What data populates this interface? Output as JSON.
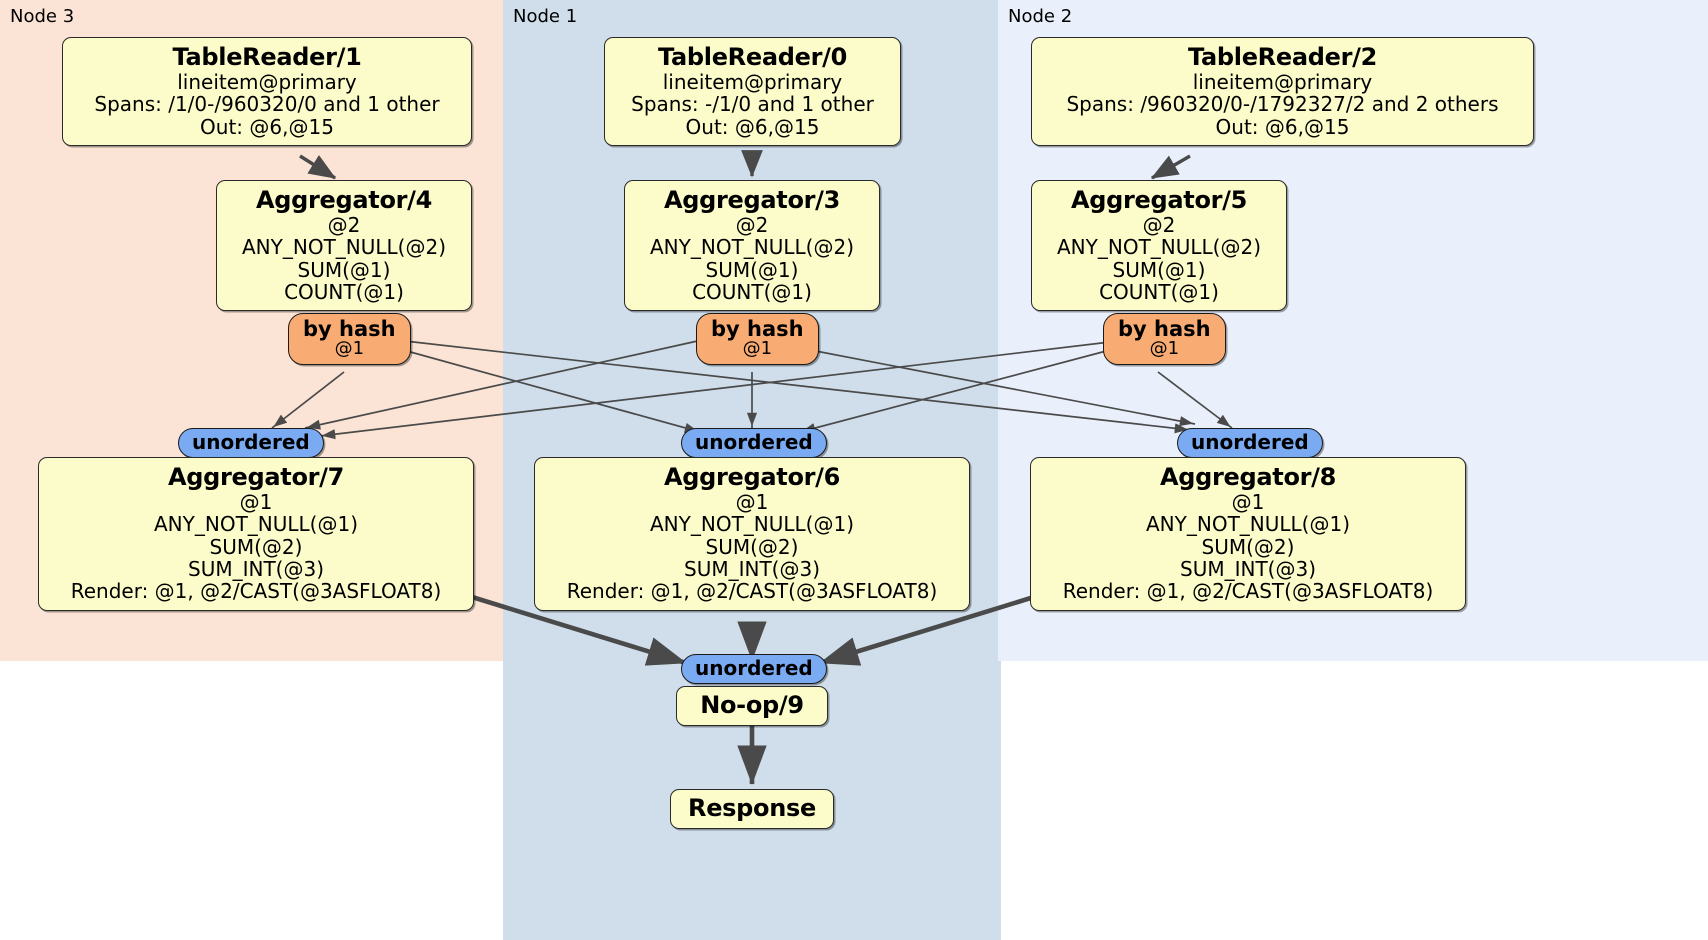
{
  "diagram": {
    "type": "distributed-query-plan",
    "colors": {
      "node3_panel": "#fbe3d5",
      "node1_panel": "#cfdeea",
      "node2_panel": "#eaf0fb",
      "processor_box": "#fcfcca",
      "hash_router": "#f8ac74",
      "synchronizer": "#7aabf2",
      "edge": "#4a4a4a"
    }
  },
  "panels": [
    {
      "id": "node3",
      "label": "Node 3"
    },
    {
      "id": "node1",
      "label": "Node 1"
    },
    {
      "id": "node2",
      "label": "Node 2"
    }
  ],
  "processors": {
    "table_reader_1": {
      "title": "TableReader/1",
      "lines": [
        "lineitem@primary",
        "Spans: /1/0-/960320/0 and 1 other",
        "Out: @6,@15"
      ]
    },
    "table_reader_0": {
      "title": "TableReader/0",
      "lines": [
        "lineitem@primary",
        "Spans: -/1/0 and 1 other",
        "Out: @6,@15"
      ]
    },
    "table_reader_2": {
      "title": "TableReader/2",
      "lines": [
        "lineitem@primary",
        "Spans: /960320/0-/1792327/2 and 2 others",
        "Out: @6,@15"
      ]
    },
    "aggregator_4": {
      "title": "Aggregator/4",
      "lines": [
        "@2",
        "ANY_NOT_NULL(@2)",
        "SUM(@1)",
        "COUNT(@1)"
      ]
    },
    "aggregator_3": {
      "title": "Aggregator/3",
      "lines": [
        "@2",
        "ANY_NOT_NULL(@2)",
        "SUM(@1)",
        "COUNT(@1)"
      ]
    },
    "aggregator_5": {
      "title": "Aggregator/5",
      "lines": [
        "@2",
        "ANY_NOT_NULL(@2)",
        "SUM(@1)",
        "COUNT(@1)"
      ]
    },
    "aggregator_7": {
      "title": "Aggregator/7",
      "lines": [
        "@1",
        "ANY_NOT_NULL(@1)",
        "SUM(@2)",
        "SUM_INT(@3)",
        "Render: @1, @2/CAST(@3ASFLOAT8)"
      ]
    },
    "aggregator_6": {
      "title": "Aggregator/6",
      "lines": [
        "@1",
        "ANY_NOT_NULL(@1)",
        "SUM(@2)",
        "SUM_INT(@3)",
        "Render: @1, @2/CAST(@3ASFLOAT8)"
      ]
    },
    "aggregator_8": {
      "title": "Aggregator/8",
      "lines": [
        "@1",
        "ANY_NOT_NULL(@1)",
        "SUM(@2)",
        "SUM_INT(@3)",
        "Render: @1, @2/CAST(@3ASFLOAT8)"
      ]
    },
    "noop_9": {
      "title": "No-op/9",
      "lines": []
    },
    "response": {
      "title": "Response",
      "lines": []
    }
  },
  "routers": {
    "hash_4": {
      "title": "by hash",
      "detail": "@1"
    },
    "hash_3": {
      "title": "by hash",
      "detail": "@1"
    },
    "hash_5": {
      "title": "by hash",
      "detail": "@1"
    }
  },
  "synchronizers": {
    "sync_7": {
      "title": "unordered"
    },
    "sync_6": {
      "title": "unordered"
    },
    "sync_8": {
      "title": "unordered"
    },
    "sync_9": {
      "title": "unordered"
    }
  }
}
